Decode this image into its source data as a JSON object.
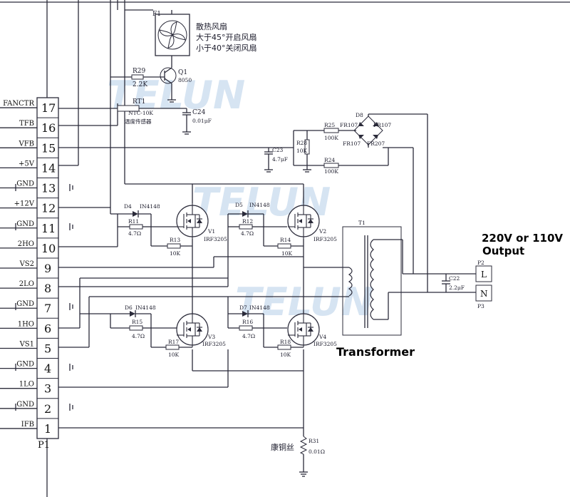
{
  "watermark": "TELUN",
  "connector": {
    "ref": "P1",
    "pins": [
      {
        "num": "17",
        "signal": "FANCTR"
      },
      {
        "num": "16",
        "signal": "TFB"
      },
      {
        "num": "15",
        "signal": "VFB"
      },
      {
        "num": "14",
        "signal": "+5V"
      },
      {
        "num": "13",
        "signal": "GND"
      },
      {
        "num": "12",
        "signal": "+12V"
      },
      {
        "num": "11",
        "signal": "GND"
      },
      {
        "num": "10",
        "signal": "2HO"
      },
      {
        "num": "9",
        "signal": "VS2"
      },
      {
        "num": "8",
        "signal": "2LO"
      },
      {
        "num": "7",
        "signal": "GND"
      },
      {
        "num": "6",
        "signal": "1HO"
      },
      {
        "num": "5",
        "signal": "VS1"
      },
      {
        "num": "4",
        "signal": "GND"
      },
      {
        "num": "3",
        "signal": "1LO"
      },
      {
        "num": "2",
        "signal": "GND"
      },
      {
        "num": "1",
        "signal": "IFB"
      }
    ]
  },
  "fan": {
    "ref": "F1",
    "line1": "散热风扇",
    "line2": "大于45°开启风扇",
    "line3": "小于40°关闭风扇"
  },
  "components": {
    "r29": {
      "ref": "R29",
      "value": "2.2K"
    },
    "q1": {
      "ref": "Q1",
      "value": "8050"
    },
    "rt1": {
      "ref": "RT1",
      "value": "NTC-10K",
      "note": "温度传感器"
    },
    "c24": {
      "ref": "C24",
      "value": "0.01μF"
    },
    "d8": {
      "ref": "D8",
      "diodes": [
        "FR107",
        "FR107",
        "FR107",
        "FR207"
      ]
    },
    "r25": {
      "ref": "R25",
      "value": "100K"
    },
    "r28": {
      "ref": "R28",
      "value": "10K"
    },
    "c23": {
      "ref": "C23",
      "value": "4.7μF"
    },
    "r24": {
      "ref": "R24",
      "value": "100K"
    },
    "d4": {
      "ref": "D4",
      "value": "IN4148"
    },
    "r11": {
      "ref": "R11",
      "value": "4.7Ω"
    },
    "r13": {
      "ref": "R13",
      "value": "10K"
    },
    "v1": {
      "ref": "V1",
      "value": "IRF3205"
    },
    "d5": {
      "ref": "D5",
      "value": "IN4148"
    },
    "r12": {
      "ref": "R12",
      "value": "4.7Ω"
    },
    "r14": {
      "ref": "R14",
      "value": "10K"
    },
    "v2": {
      "ref": "V2",
      "value": "IRF3205"
    },
    "d6": {
      "ref": "D6",
      "value": "IN4148"
    },
    "r15": {
      "ref": "R15",
      "value": "4.7Ω"
    },
    "r17": {
      "ref": "R17",
      "value": "10K"
    },
    "v3": {
      "ref": "V3",
      "value": "IRF3205"
    },
    "d7": {
      "ref": "D7",
      "value": "IN4148"
    },
    "r16": {
      "ref": "R16",
      "value": "4.7Ω"
    },
    "r18": {
      "ref": "R18",
      "value": "10K"
    },
    "v4": {
      "ref": "V4",
      "value": "IRF3205"
    },
    "t1": {
      "ref": "T1"
    },
    "c22": {
      "ref": "C22",
      "value": "2.2μF"
    },
    "p2": {
      "ref": "P2",
      "label": "L"
    },
    "p3": {
      "ref": "P3",
      "label": "N"
    },
    "r31": {
      "ref": "R31",
      "value": "0.01Ω",
      "note": "康铜丝"
    }
  },
  "annotations": {
    "output_line1": "220V or 110V",
    "output_line2": "Output",
    "transformer": "Transformer"
  }
}
